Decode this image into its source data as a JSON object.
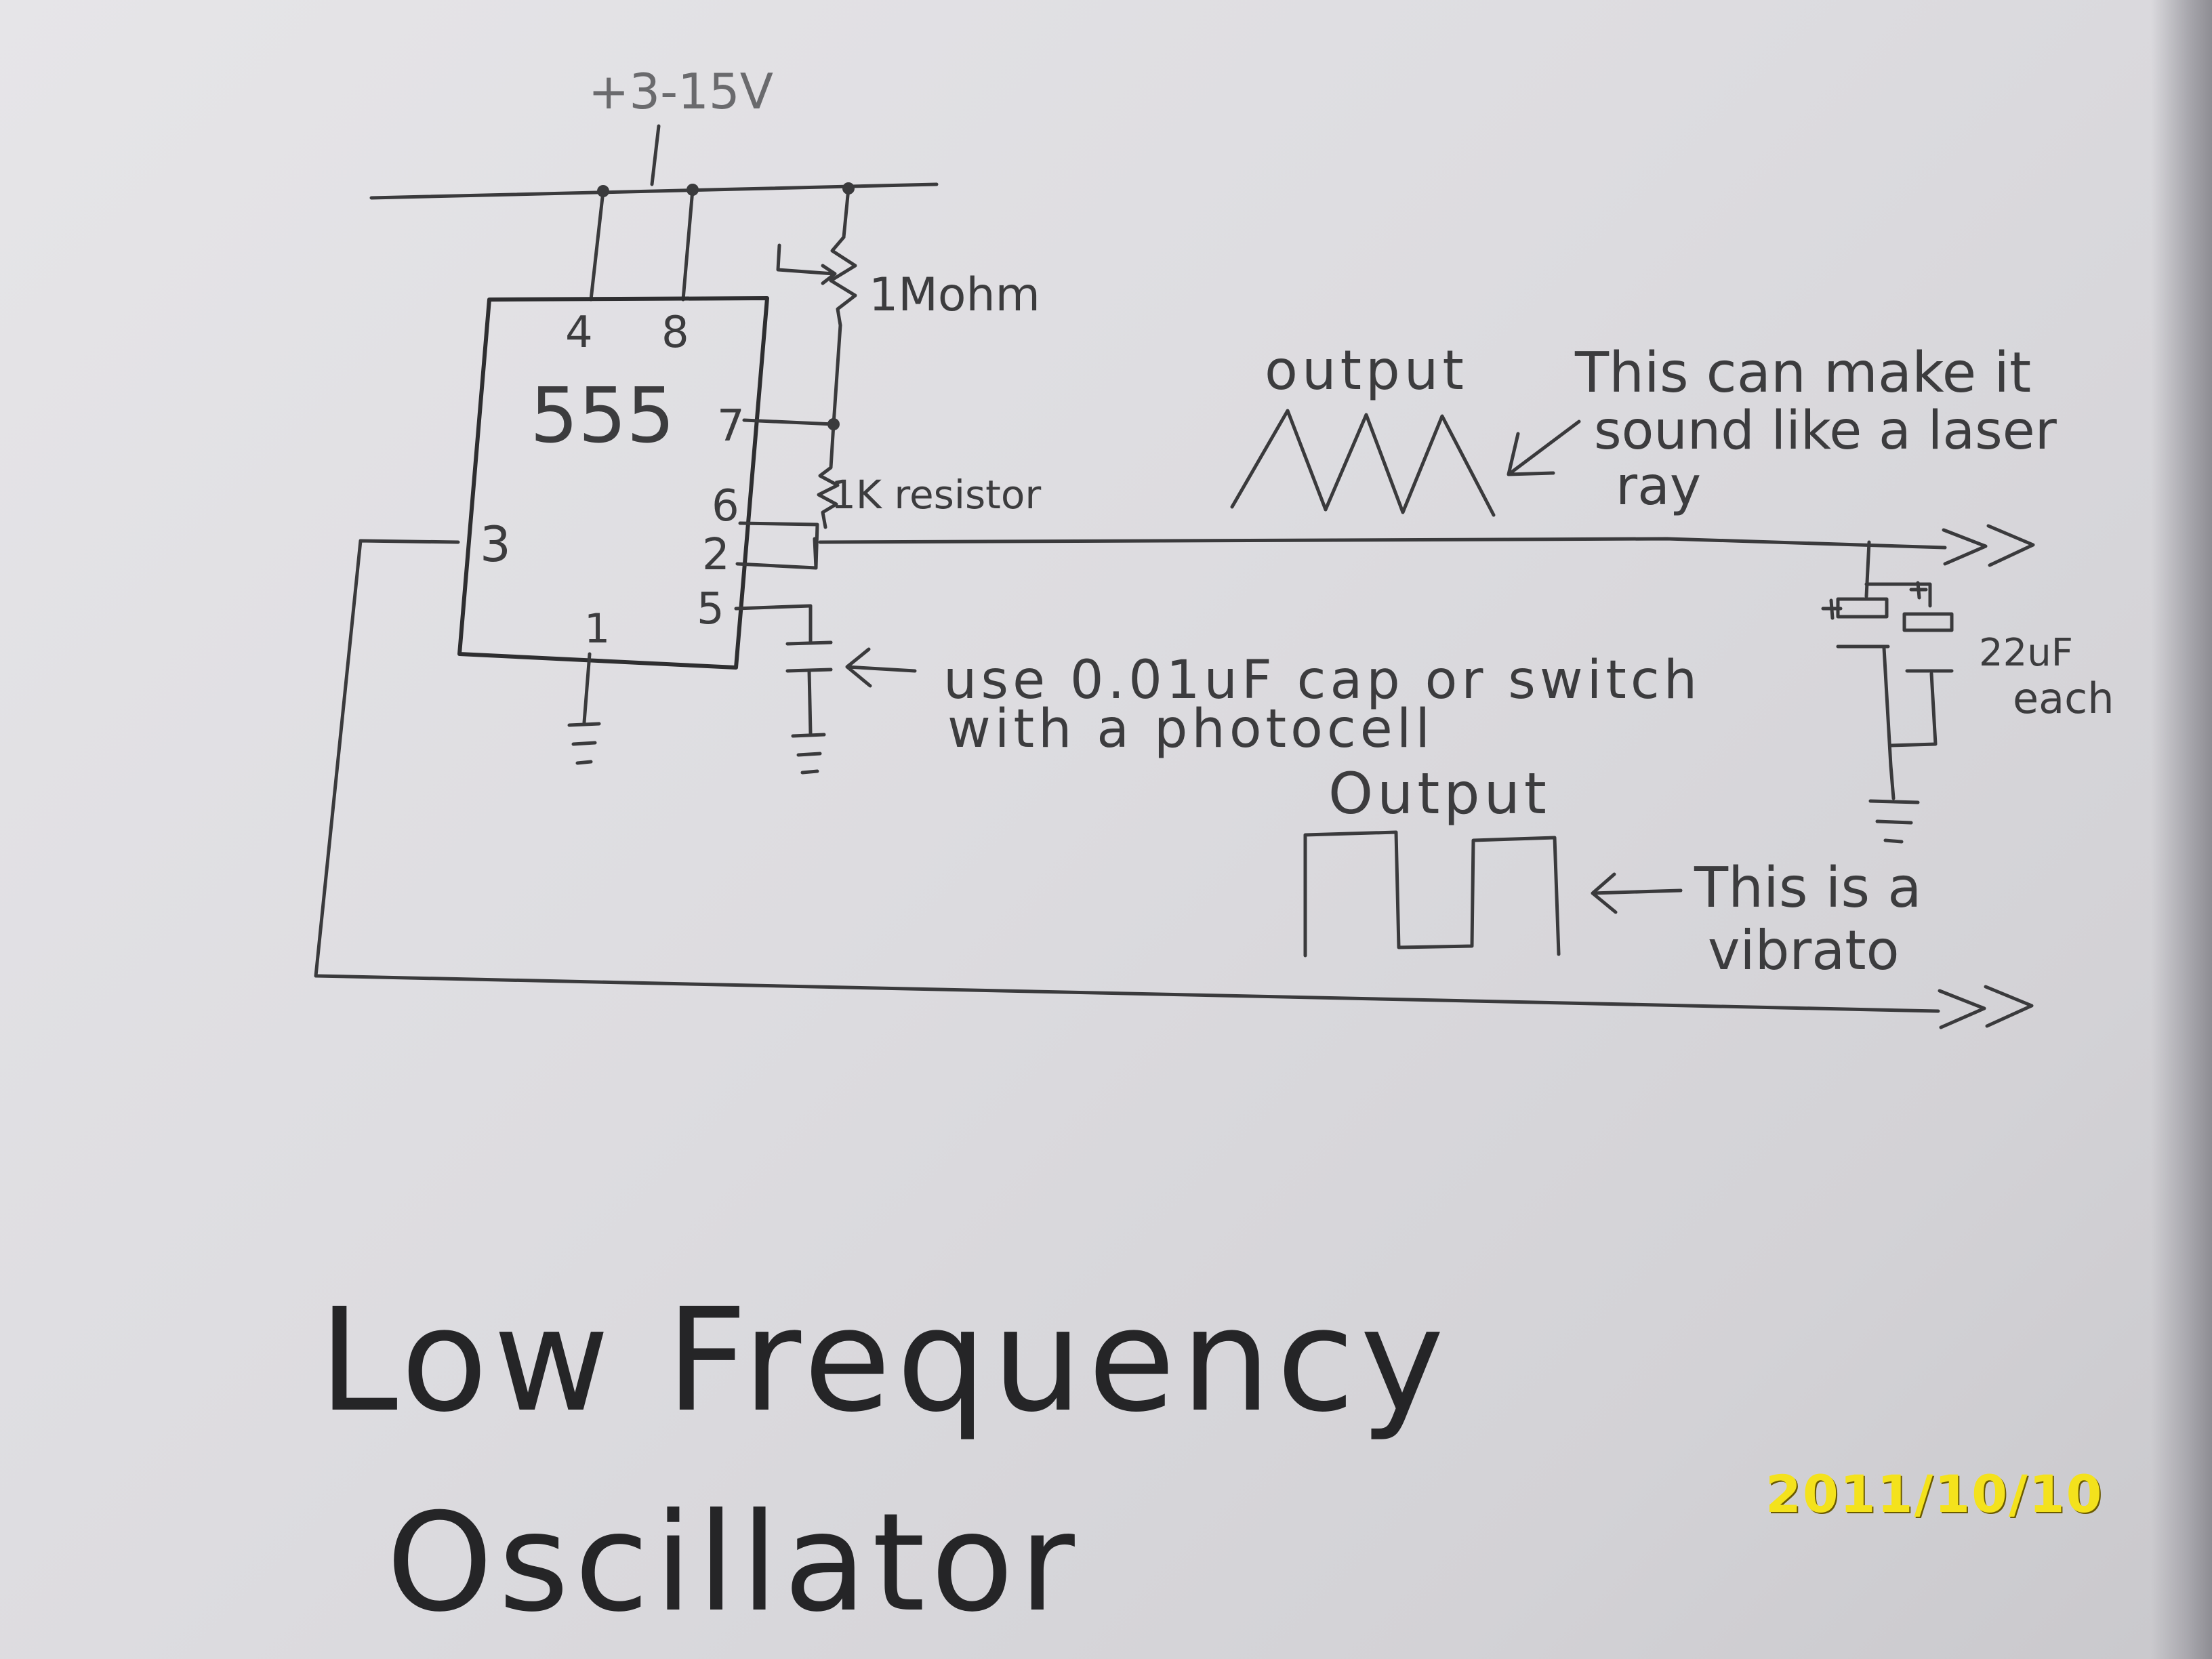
{
  "supply": {
    "label": "+3-15V"
  },
  "ic": {
    "name": "555",
    "pins": {
      "p4": "4",
      "p8": "8",
      "p7": "7",
      "p6": "6",
      "p2": "2",
      "p5": "5",
      "p3": "3",
      "p1": "1"
    }
  },
  "components": {
    "pot": "1Mohm",
    "resistor": "1K resistor",
    "cap_note_line1": "use 0.01uF cap or switch",
    "cap_note_line2": "with a photocell",
    "caps_line1": "22uF",
    "caps_line2": "each"
  },
  "outputs": {
    "triangle_label": "output",
    "triangle_note_line1": "This can make it",
    "triangle_note_line2": "sound like a laser",
    "triangle_note_line3": "ray",
    "square_label": "Output",
    "square_note_line1": "This is a",
    "square_note_line2": "vibrato"
  },
  "title": {
    "line1": "Low Frequency",
    "line2": "Oscillator"
  },
  "date_stamp": "2011/10/10",
  "colors": {
    "paper": "#e0dfe3",
    "pencil": "#3a3a3c",
    "stamp": "#f4e21c"
  }
}
